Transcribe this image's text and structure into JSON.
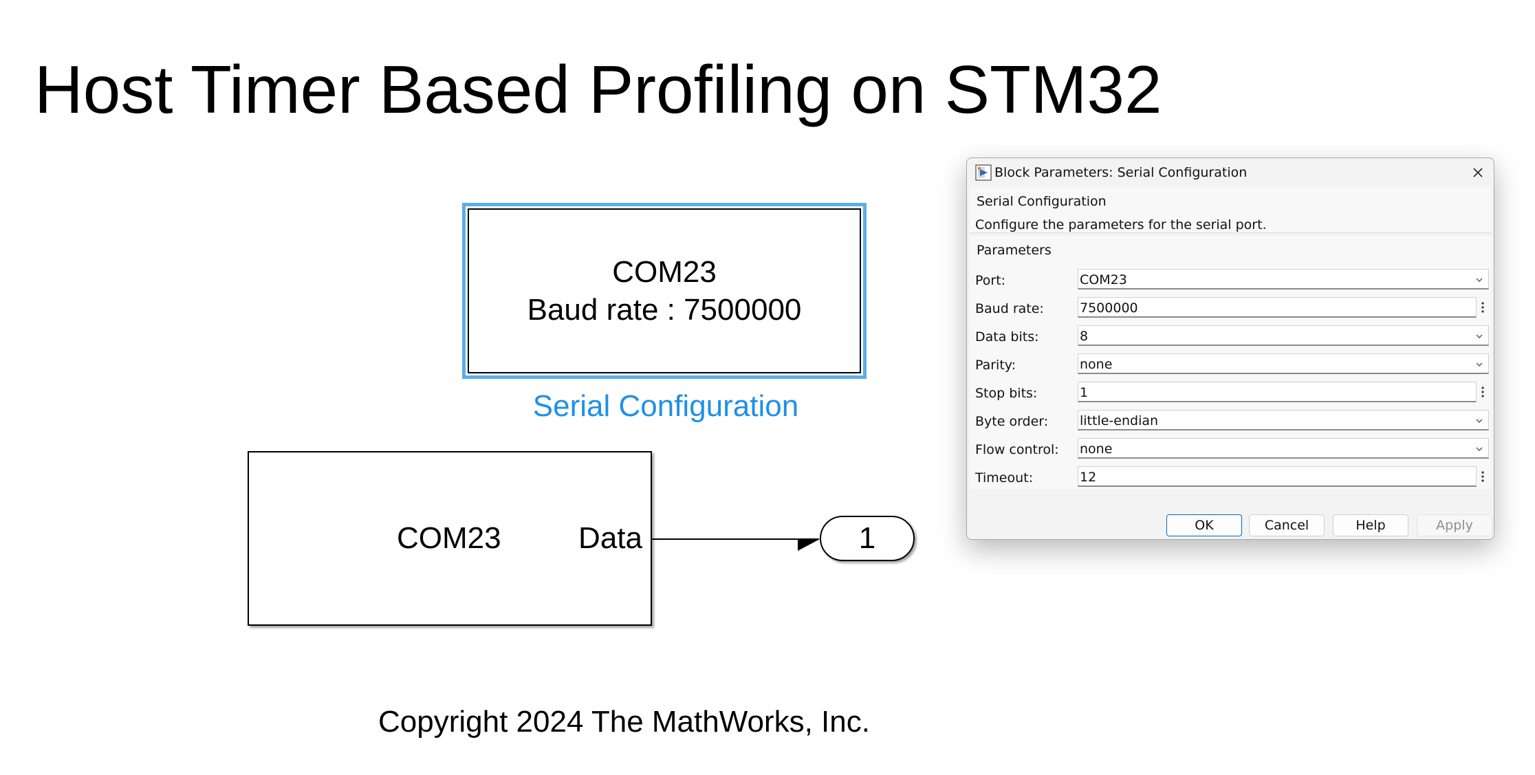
{
  "page": {
    "title": "Host Timer Based Profiling on STM32",
    "copyright": "Copyright 2024 The MathWorks, Inc."
  },
  "model": {
    "serial_config_block": {
      "line1": "COM23",
      "line2": "Baud rate : 7500000",
      "name": "Serial Configuration"
    },
    "serial_receive_block": {
      "port": "COM23",
      "output_port_label": "Data"
    },
    "outport": {
      "number": "1"
    }
  },
  "dialog": {
    "title": "Block Parameters: Serial Configuration",
    "group_title": "Serial Configuration",
    "description": "Configure the parameters for the serial port.",
    "params_title": "Parameters",
    "params": [
      {
        "label": "Port:",
        "value": "COM23",
        "kind": "dropdown"
      },
      {
        "label": "Baud rate:",
        "value": "7500000",
        "kind": "edit"
      },
      {
        "label": "Data bits:",
        "value": "8",
        "kind": "dropdown"
      },
      {
        "label": "Parity:",
        "value": "none",
        "kind": "dropdown"
      },
      {
        "label": "Stop bits:",
        "value": "1",
        "kind": "edit"
      },
      {
        "label": "Byte order:",
        "value": "little-endian",
        "kind": "dropdown"
      },
      {
        "label": "Flow control:",
        "value": "none",
        "kind": "dropdown"
      },
      {
        "label": "Timeout:",
        "value": "12",
        "kind": "edit"
      }
    ],
    "buttons": {
      "ok": "OK",
      "cancel": "Cancel",
      "help": "Help",
      "apply": "Apply"
    }
  },
  "colors": {
    "selection_blue": "#5aaee8",
    "block_name_blue": "#1e90e8",
    "primary_button_border": "#0067c0"
  },
  "icons": {
    "dialog_app": "simulink-block-icon",
    "close": "close-icon",
    "dropdown": "chevron-down-icon",
    "more": "vertical-ellipsis-icon"
  }
}
